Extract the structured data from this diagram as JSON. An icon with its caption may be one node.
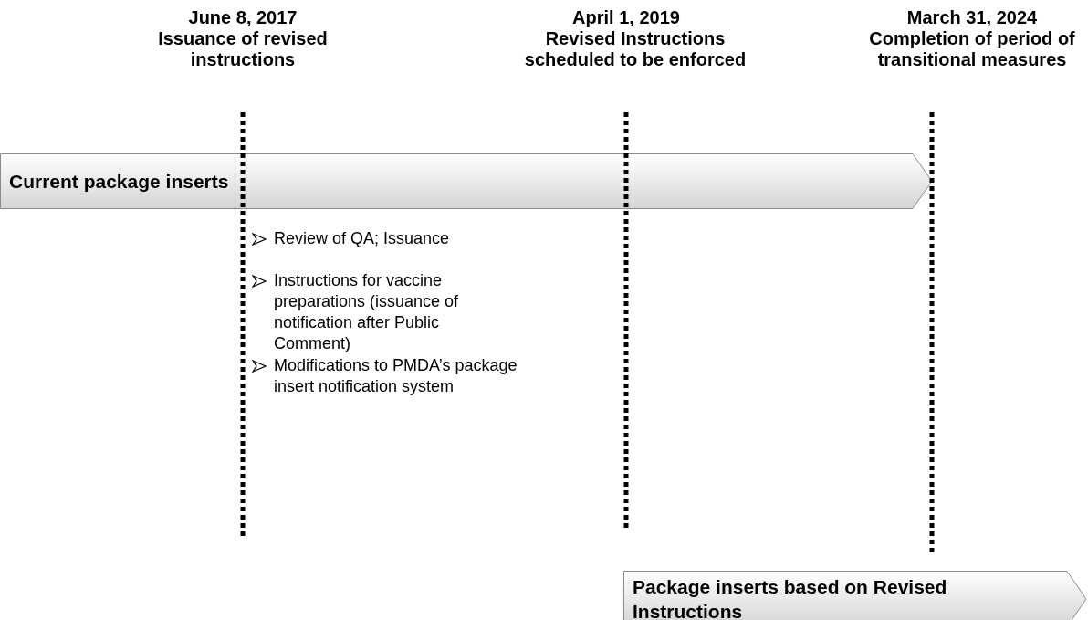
{
  "diagram": {
    "nodes": [
      {
        "text": [
          "Current package inserts"
        ]
      },
      {
        "text": [
          "Package inserts based on Revised Instructions"
        ]
      }
    ],
    "edges": [],
    "labels": [
      "June 8, 2017",
      "Issuance of revised instructions",
      "April 1, 2019",
      "Revised Instructions scheduled to be enforced",
      "March 31, 2024",
      "Completion of period of transitional measures",
      "Review of QA; Issuance",
      "Instructions for vaccine preparations (issuance of notification after Public Comment)",
      "Modifications to PMDA’s package insert notification system"
    ]
  }
}
